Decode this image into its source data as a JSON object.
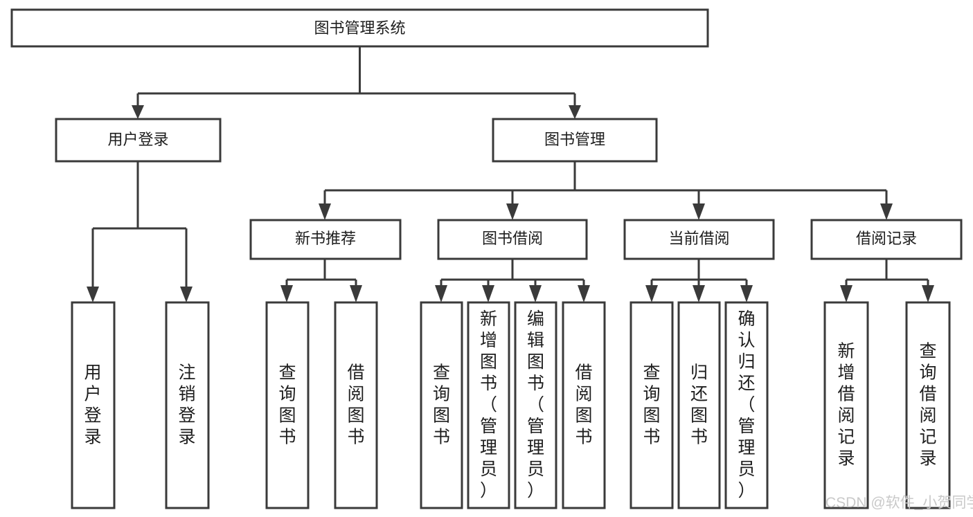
{
  "diagram": {
    "type": "tree",
    "title": "图书管理系统",
    "background_color": "#ffffff",
    "line_color": "#3a3a3a",
    "text_color": "#1d1d1d",
    "levels": {
      "root": {
        "label": "图书管理系统"
      },
      "level2": [
        {
          "id": "user-login",
          "label": "用户登录"
        },
        {
          "id": "book-manage",
          "label": "图书管理"
        }
      ],
      "level3": [
        {
          "id": "new-book-rec",
          "label": "新书推荐",
          "parent": "book-manage"
        },
        {
          "id": "book-borrow",
          "label": "图书借阅",
          "parent": "book-manage"
        },
        {
          "id": "current-borrow",
          "label": "当前借阅",
          "parent": "book-manage"
        },
        {
          "id": "borrow-record",
          "label": "借阅记录",
          "parent": "book-manage"
        }
      ],
      "leaves": [
        {
          "id": "leaf-user-login",
          "label": "用户登录",
          "parent": "user-login"
        },
        {
          "id": "leaf-logout",
          "label": "注销登录",
          "parent": "user-login"
        },
        {
          "id": "leaf-query-book-1",
          "label": "查询图书",
          "parent": "new-book-rec"
        },
        {
          "id": "leaf-borrow-book-1",
          "label": "借阅图书",
          "parent": "new-book-rec"
        },
        {
          "id": "leaf-query-book-2",
          "label": "查询图书",
          "parent": "book-borrow"
        },
        {
          "id": "leaf-add-book",
          "label": "新增图书（管理员）",
          "parent": "book-borrow"
        },
        {
          "id": "leaf-edit-book",
          "label": "编辑图书（管理员）",
          "parent": "book-borrow"
        },
        {
          "id": "leaf-borrow-book-2",
          "label": "借阅图书",
          "parent": "book-borrow"
        },
        {
          "id": "leaf-query-book-3",
          "label": "查询图书",
          "parent": "current-borrow"
        },
        {
          "id": "leaf-return-book",
          "label": "归还图书",
          "parent": "current-borrow"
        },
        {
          "id": "leaf-confirm-return",
          "label": "确认归还（管理员）",
          "parent": "current-borrow"
        },
        {
          "id": "leaf-add-record",
          "label": "新增借阅记录",
          "parent": "borrow-record"
        },
        {
          "id": "leaf-query-record",
          "label": "查询借阅记录",
          "parent": "borrow-record"
        }
      ]
    }
  },
  "watermark": {
    "text": "CSDN @软件_小贺同学"
  }
}
